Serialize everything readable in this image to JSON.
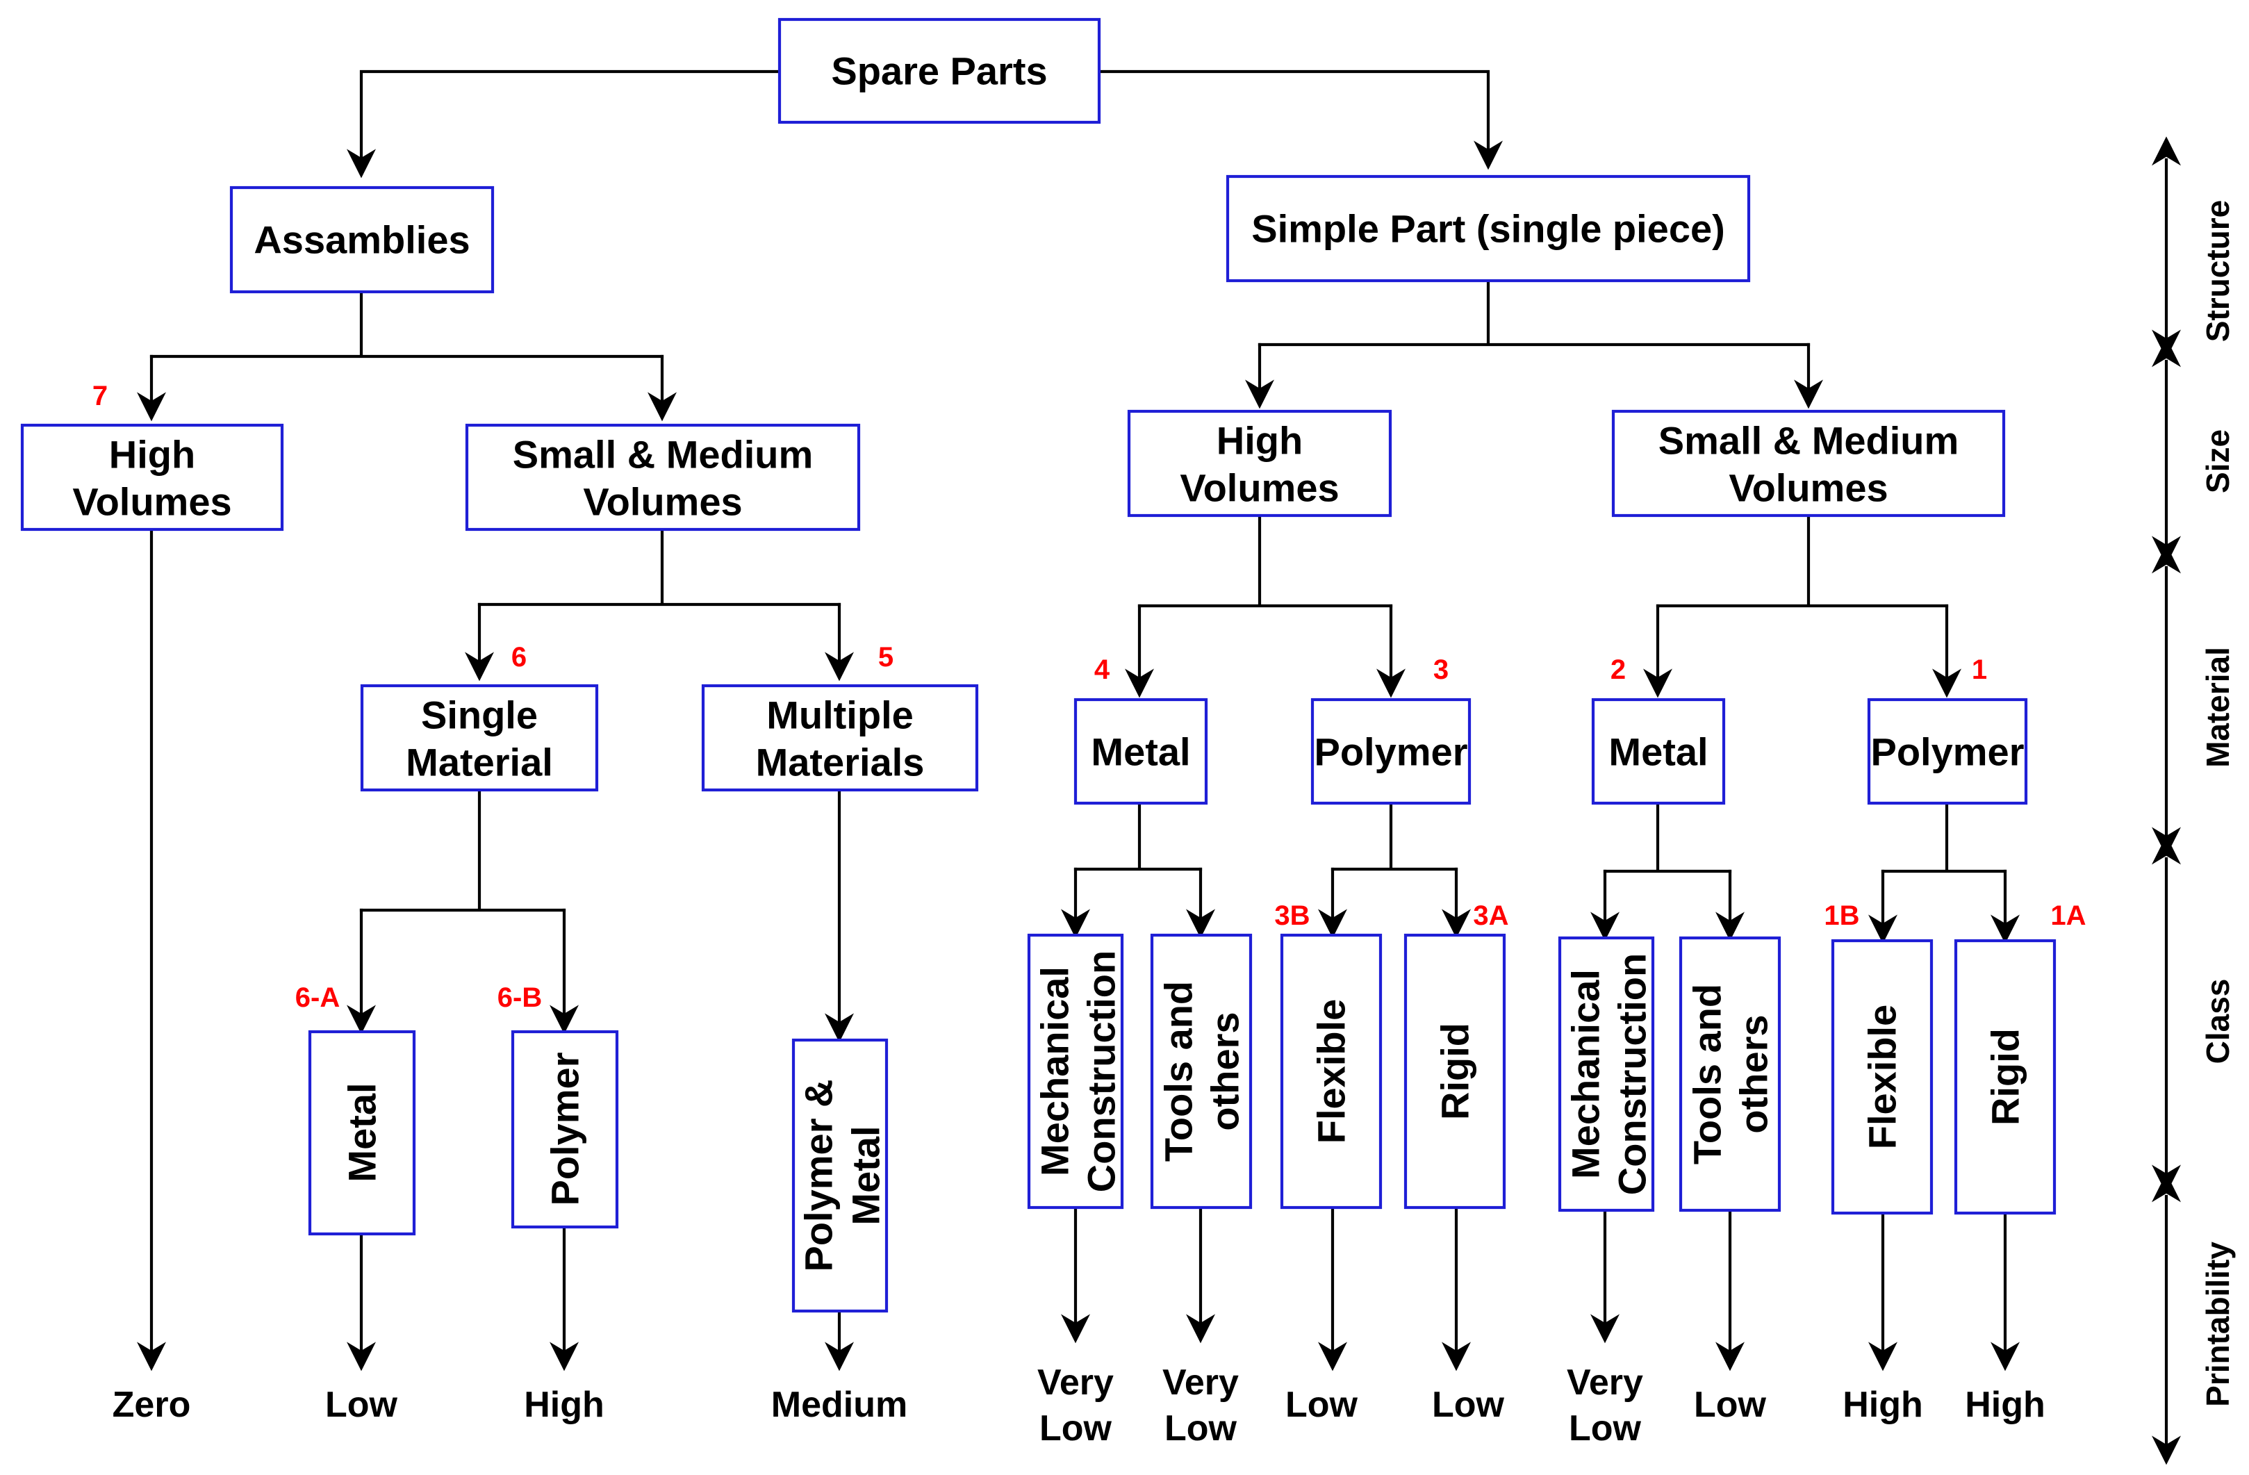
{
  "nodes": {
    "spare_parts": "Spare Parts",
    "assemblies": "Assamblies",
    "simple_part": "Simple Part (single piece)",
    "asm_high": [
      "High",
      "Volumes"
    ],
    "asm_small": [
      "Small & Medium",
      "Volumes"
    ],
    "sp_high": [
      "High",
      "Volumes"
    ],
    "sp_small": [
      "Small & Medium",
      "Volumes"
    ],
    "asm_single": [
      "Single",
      "Material"
    ],
    "asm_multi": [
      "Multiple",
      "Materials"
    ],
    "hv_metal": "Metal",
    "hv_polymer": "Polymer",
    "smv_metal": "Metal",
    "smv_polymer": "Polymer",
    "single_metal": "Metal",
    "single_polymer": "Polymer",
    "multi_pm": [
      "Polymer &",
      "Metal"
    ],
    "hv_mech": [
      "Mechanical",
      "Construction"
    ],
    "hv_tools": [
      "Tools and",
      "others"
    ],
    "hv_flex": "Flexible",
    "hv_rigid": "Rigid",
    "smv_mech": [
      "Mechanical",
      "Construction"
    ],
    "smv_tools": [
      "Tools and",
      "others"
    ],
    "smv_flex": "Flexible",
    "smv_rigid": "Rigid"
  },
  "tags": {
    "t7": "7",
    "t6": "6",
    "t5": "5",
    "t4": "4",
    "t3": "3",
    "t2": "2",
    "t1": "1",
    "t6a": "6-A",
    "t6b": "6-B",
    "t3b": "3B",
    "t3a": "3A",
    "t1b": "1B",
    "t1a": "1A"
  },
  "printability": {
    "zero": "Zero",
    "low_6a": "Low",
    "high_6b": "High",
    "medium_5": "Medium",
    "hv_mech": [
      "Very",
      "Low"
    ],
    "hv_tools": [
      "Very",
      "Low"
    ],
    "hv_flex": "Low",
    "hv_rigid": "Low",
    "smv_mech": [
      "Very",
      "Low"
    ],
    "smv_tools": "Low",
    "smv_flex": "High",
    "smv_rigid": "High"
  },
  "axis": {
    "structure": "Structure",
    "size": "Size",
    "material": "Material",
    "class": "Class",
    "printability": "Printability"
  },
  "colors": {
    "box_border": "#1f1fd6",
    "tag": "#ff0000",
    "line": "#000000"
  }
}
